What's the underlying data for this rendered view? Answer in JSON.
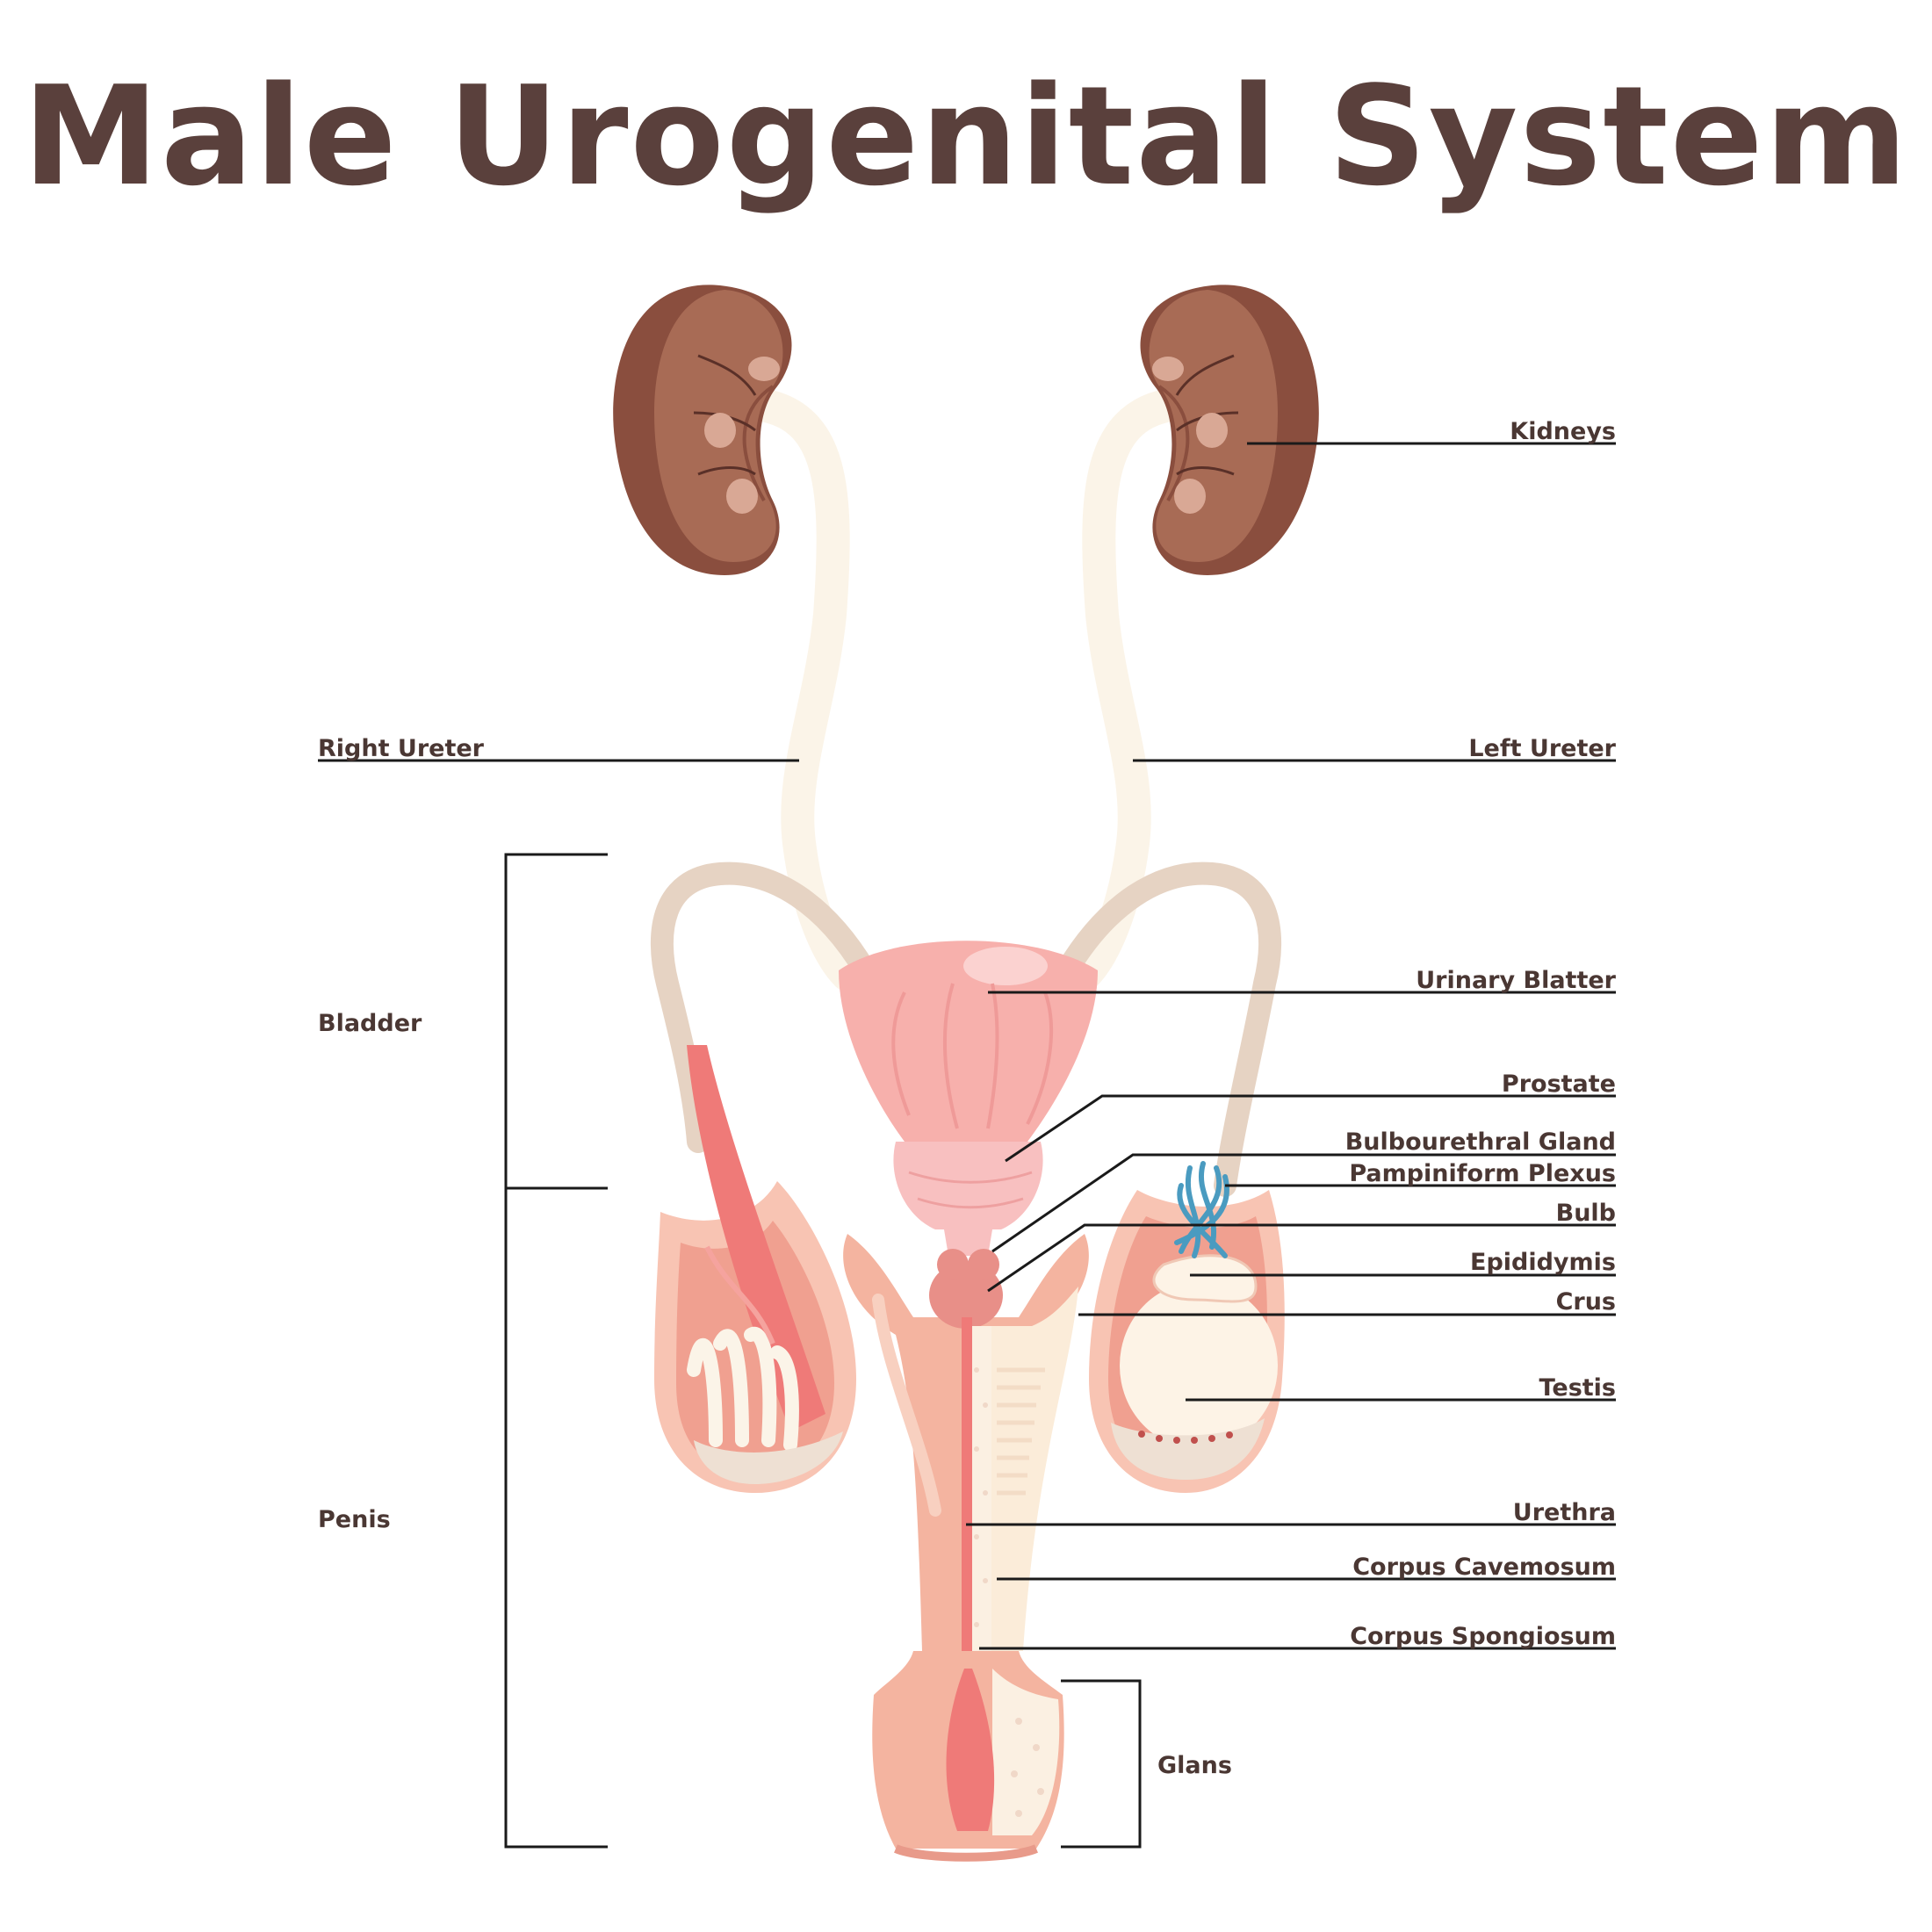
{
  "title": "Male Urogenital System",
  "colors": {
    "title": "#5a403c",
    "kidney": "#a86b55",
    "kidney_dark": "#8a4e3e",
    "ureter": "#fbf4e8",
    "bladder": "#f7b0ac",
    "tissue": "#f4b4a0",
    "urethra": "#ef7a78",
    "vein": "#4a9bc0"
  },
  "labels": {
    "kidneys": "Kidneys",
    "right_ureter": "Right Ureter",
    "left_ureter": "Left Ureter",
    "bladder": "Bladder",
    "urinary_bladder": "Urinary Blatter",
    "prostate": "Prostate",
    "bulbourethral_gland": "Bulbourethral Gland",
    "pampiniform_plexus": "Pampiniform Plexus",
    "bulb": "Bulb",
    "epididymis": "Epididymis",
    "crus": "Crus",
    "testis": "Testis",
    "penis": "Penis",
    "urethra": "Urethra",
    "corpus_cavernosum": "Corpus Cavemosum",
    "corpus_spongiosum": "Corpus Spongiosum",
    "glans": "Glans"
  },
  "icons": [
    "kidney-icon",
    "bladder-icon",
    "testis-icon",
    "penis-icon"
  ]
}
